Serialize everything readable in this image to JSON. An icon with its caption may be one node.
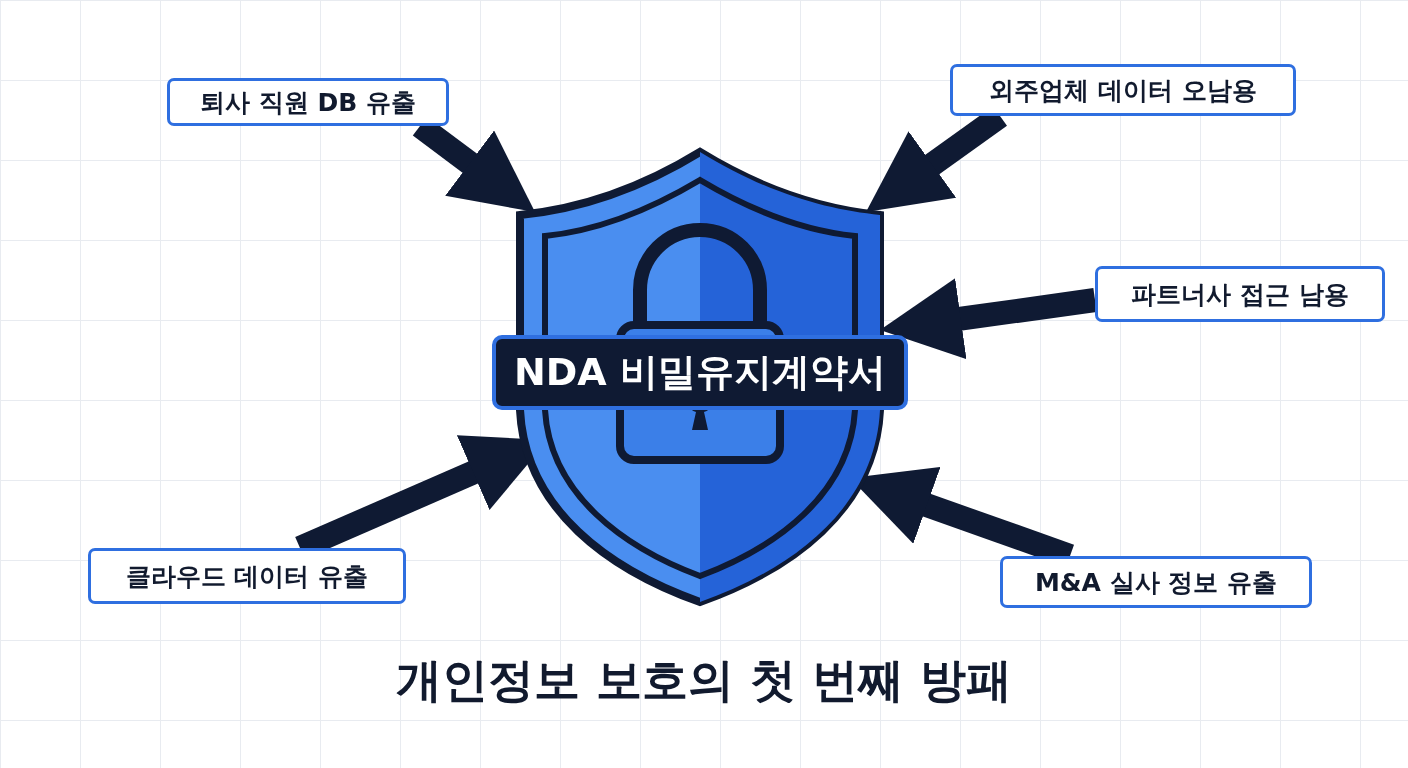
{
  "diagram": {
    "title": "개인정보 보호의 첫 번째 방패",
    "nodes": [
      {
        "text": [
          "퇴사 직원 DB 유출"
        ]
      },
      {
        "text": [
          "외주업체 데이터 오남용"
        ]
      },
      {
        "text": [
          "NDA 비밀유지계약서"
        ]
      },
      {
        "text": [
          "파트너사 접근 남용"
        ]
      },
      {
        "text": [
          "클라우드 데이터 유출"
        ]
      },
      {
        "text": [
          "M&A 실사 정보 유출"
        ]
      }
    ],
    "edges": [
      {
        "from": 0,
        "to": 2,
        "arrow": "to"
      },
      {
        "from": 1,
        "to": 2,
        "arrow": "to"
      },
      {
        "from": 3,
        "to": 2,
        "arrow": "to"
      },
      {
        "from": 4,
        "to": 2,
        "arrow": "to"
      },
      {
        "from": 5,
        "to": 2,
        "arrow": "to"
      }
    ]
  }
}
